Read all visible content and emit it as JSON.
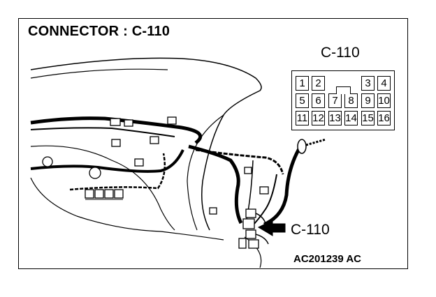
{
  "title": "CONNECTOR : C-110",
  "connector_label": "C-110",
  "callout_label": "C-110",
  "reference_code": "AC201239  AC",
  "connector_pins": {
    "row1": [
      "1",
      "2",
      "",
      "",
      "",
      "3",
      "4"
    ],
    "row2": [
      "5",
      "6",
      "7",
      "8",
      "9",
      "10"
    ],
    "row3": [
      "11",
      "12",
      "13",
      "14",
      "15",
      "16"
    ]
  }
}
